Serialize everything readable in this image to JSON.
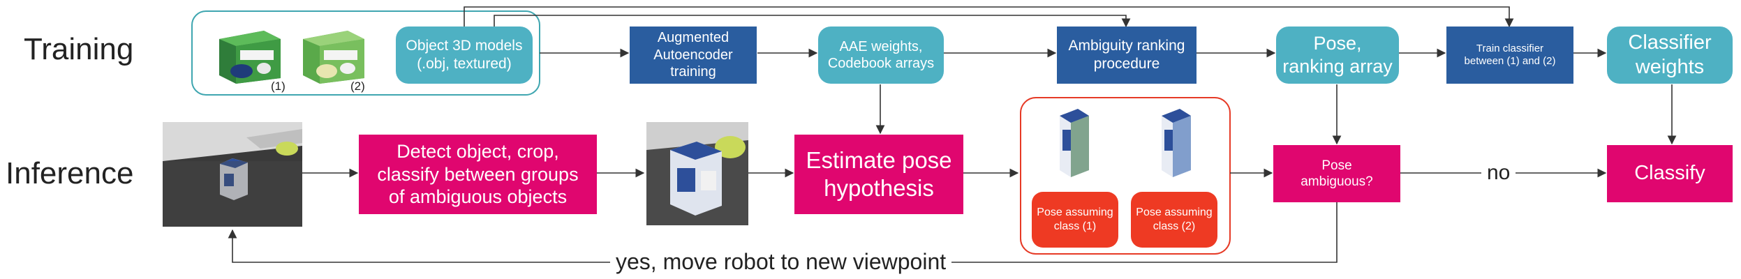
{
  "rows": {
    "training": "Training",
    "inference": "Inference"
  },
  "training": {
    "thumb_labels": [
      "(1)",
      "(2)"
    ],
    "object_models": "Object 3D models\n(.obj, textured)",
    "aae_training": "Augmented\nAutoencoder\ntraining",
    "aae_weights": "AAE weights,\nCodebook arrays",
    "ambiguity": "Ambiguity ranking\nprocedure",
    "pose_ranking": "Pose,\nranking array",
    "train_classifier": "Train classifier\nbetween (1) and (2)",
    "classifier_weights": "Classifier\nweights"
  },
  "inference": {
    "detect": "Detect object, crop,\nclassify between groups\nof ambiguous objects",
    "estimate": "Estimate pose\nhypothesis",
    "pose_class1": "Pose assuming\nclass (1)",
    "pose_class2": "Pose assuming\nclass (2)",
    "ambiguous": "Pose\nambiguous?",
    "no_label": "no",
    "classify": "Classify",
    "yes_label": "yes, move robot to new viewpoint"
  },
  "colors": {
    "teal": "#4eb1c3",
    "navy": "#2a5d9f",
    "magenta": "#e0066f",
    "orange": "#ee3a23",
    "frame_teal": "#3fa6b0",
    "frame_red": "#e63a26"
  }
}
